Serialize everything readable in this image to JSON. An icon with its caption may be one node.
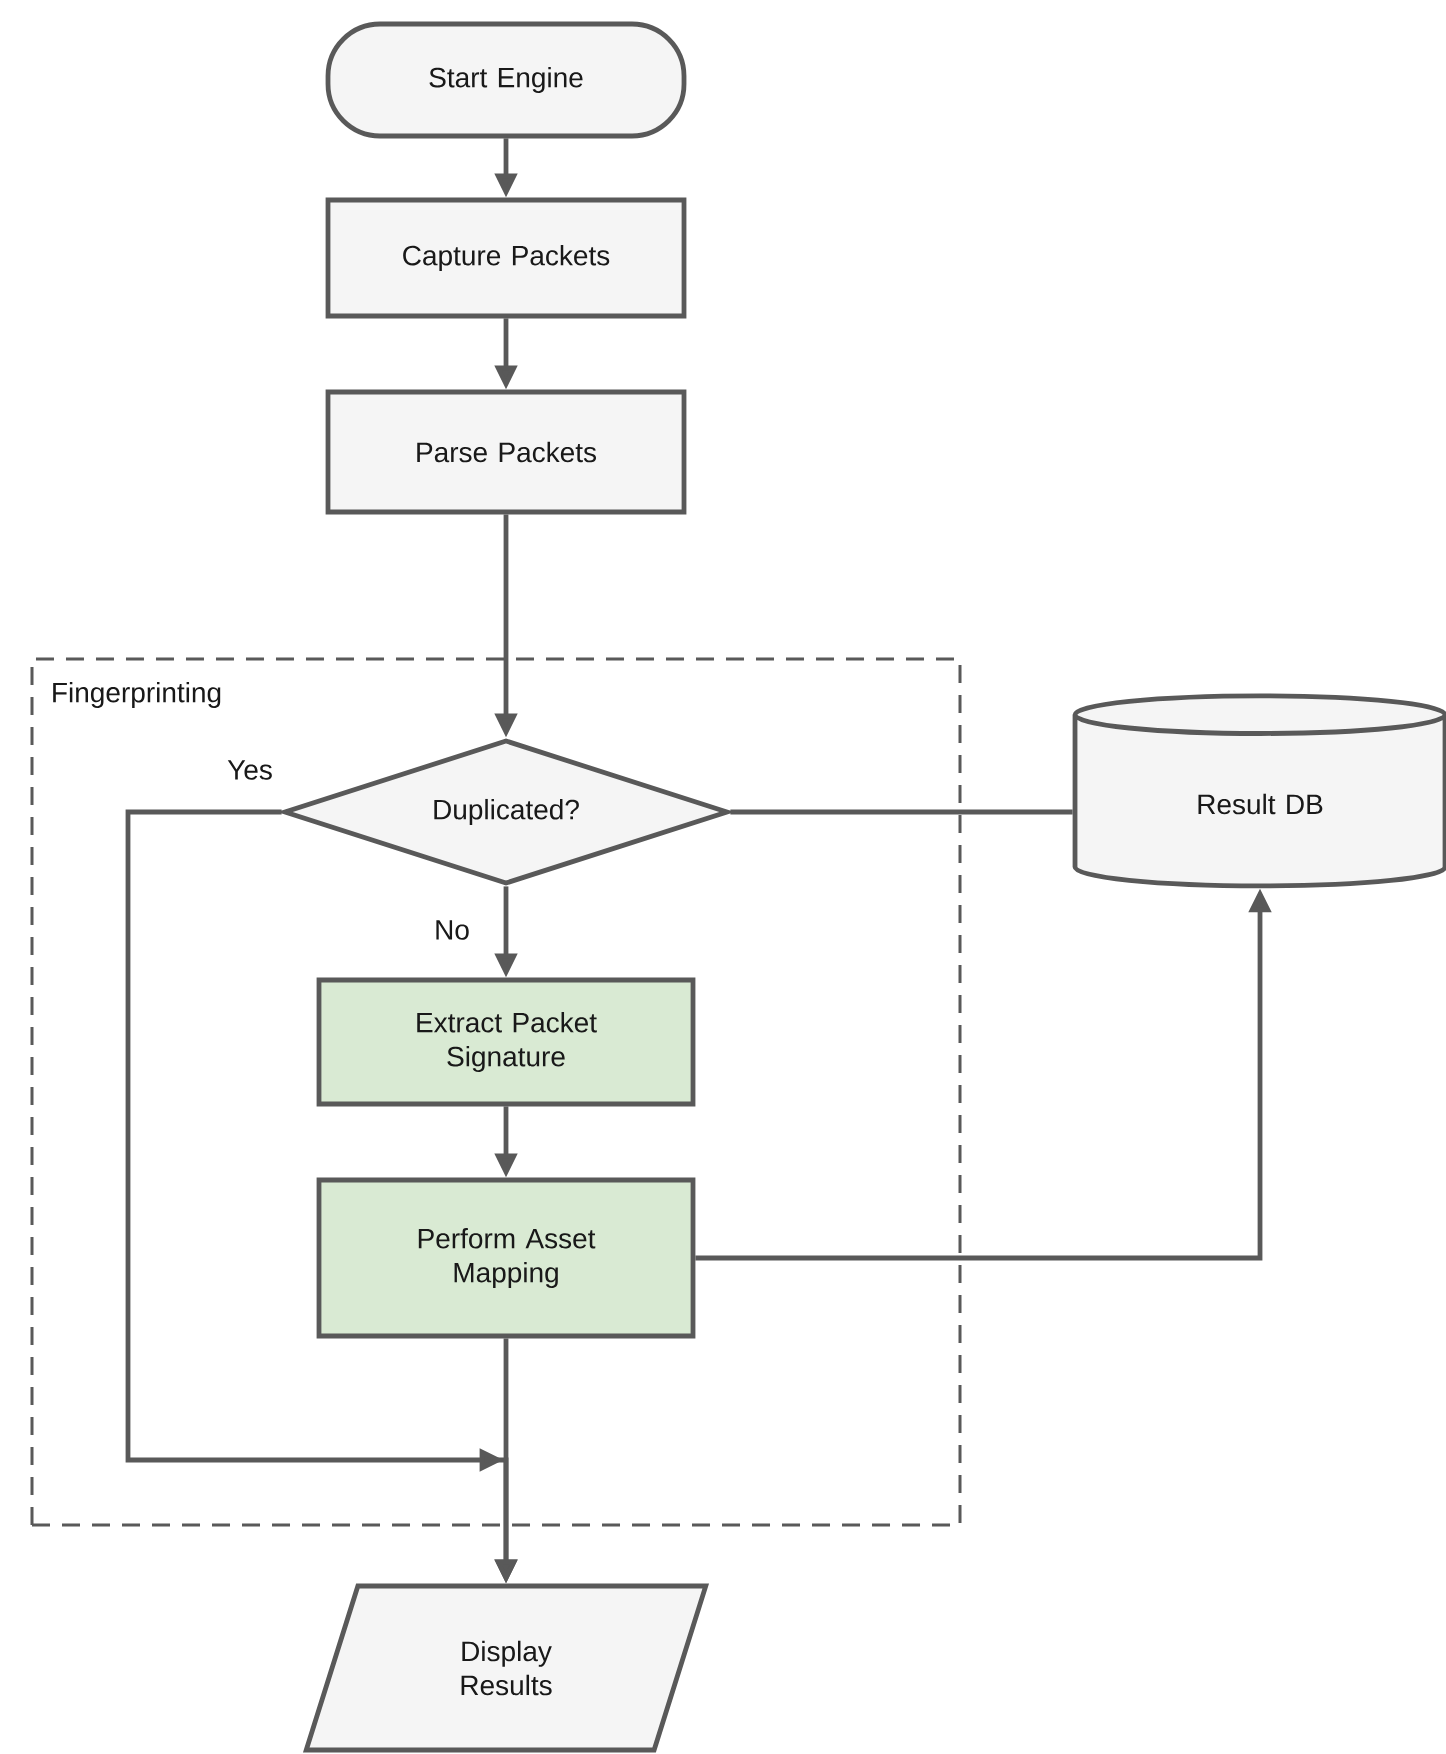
{
  "diagram": {
    "nodes": [
      {
        "text": [
          "Start Engine"
        ]
      },
      {
        "text": [
          "Capture Packets"
        ]
      },
      {
        "text": [
          "Parse Packets"
        ]
      },
      {
        "text": [
          "Fingerprinting"
        ]
      },
      {
        "text": [
          "Duplicated?"
        ],
        "in": 3
      },
      {
        "text": [
          "Extract Packet Signature"
        ],
        "in": 3
      },
      {
        "text": [
          "Perform Asset Mapping"
        ],
        "in": 3
      },
      {
        "text": [
          "Result DB"
        ]
      },
      {
        "text": [
          "Display Results"
        ]
      }
    ],
    "edges": [
      {
        "from": 0,
        "to": 1,
        "arrow": "to"
      },
      {
        "from": 1,
        "to": 2,
        "arrow": "to"
      },
      {
        "from": 2,
        "to": 4,
        "arrow": "to"
      },
      {
        "from": 4,
        "to": 5,
        "arrow": "to",
        "label": "No"
      },
      {
        "from": 5,
        "to": 6,
        "arrow": "to"
      },
      {
        "from": 4,
        "to": 7,
        "arrow": "none"
      },
      {
        "from": 6,
        "to": 7,
        "arrow": "to"
      },
      {
        "from": 4,
        "to": 8,
        "arrow": "to",
        "label": "Yes"
      },
      {
        "from": 6,
        "to": 8,
        "arrow": "to"
      }
    ]
  }
}
